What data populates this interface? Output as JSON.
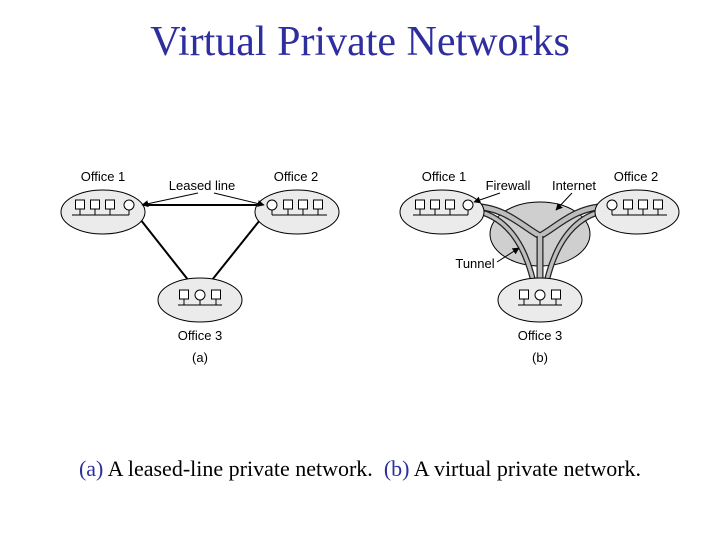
{
  "slide": {
    "title": "Virtual Private Networks"
  },
  "diagram_a": {
    "office1": "Office 1",
    "office2": "Office 2",
    "office3": "Office 3",
    "leased_line": "Leased line",
    "sub_label": "(a)"
  },
  "diagram_b": {
    "office1": "Office 1",
    "office2": "Office 2",
    "office3": "Office 3",
    "firewall": "Firewall",
    "internet": "Internet",
    "tunnel": "Tunnel",
    "sub_label": "(b)"
  },
  "caption": {
    "a_tag": "(a)",
    "a_text": "A leased-line private network.",
    "b_tag": "(b)",
    "b_text": "A virtual private network."
  },
  "colors": {
    "title": "#2e2e9e",
    "office_fill": "#ebebeb",
    "internet_fill": "#cfcfcf",
    "tunnel_fill": "#bdbdbd"
  }
}
